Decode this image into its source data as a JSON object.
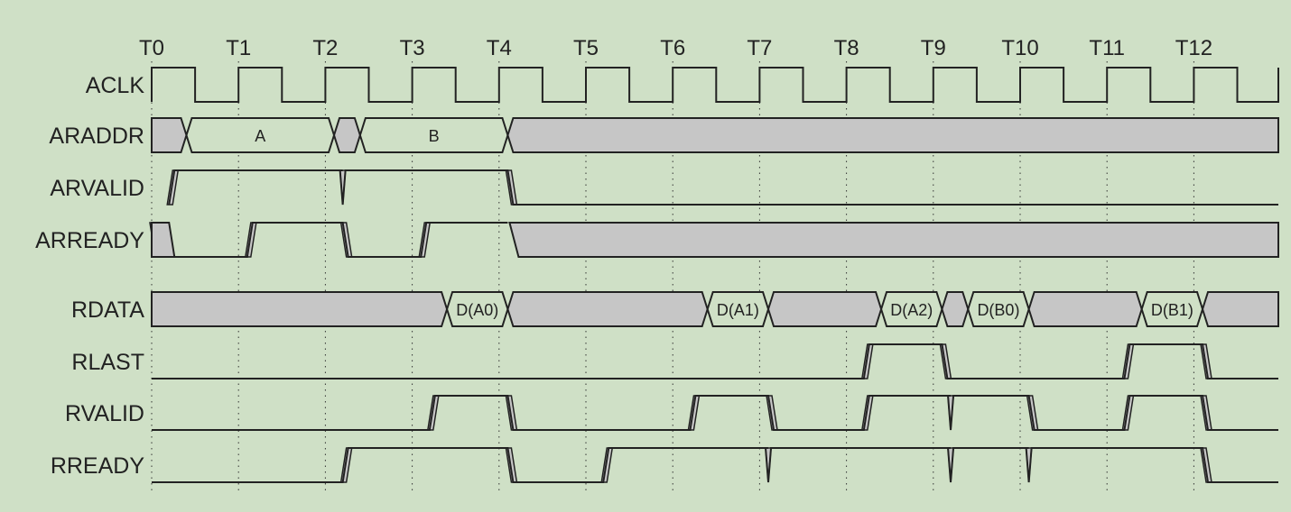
{
  "diagram": {
    "type": "timing-diagram",
    "clock_ticks": [
      "T0",
      "T1",
      "T2",
      "T3",
      "T4",
      "T5",
      "T6",
      "T7",
      "T8",
      "T9",
      "T10",
      "T11",
      "T12"
    ],
    "signals": [
      {
        "name": "ACLK",
        "kind": "clock"
      },
      {
        "name": "ARADDR",
        "kind": "bus",
        "segments": [
          {
            "from": 0,
            "to": 0.4,
            "value": null
          },
          {
            "from": 0.4,
            "to": 2.1,
            "value": "A"
          },
          {
            "from": 2.1,
            "to": 2.4,
            "value": null
          },
          {
            "from": 2.4,
            "to": 4.1,
            "value": "B"
          },
          {
            "from": 4.1,
            "to": 13.0,
            "value": null
          }
        ]
      },
      {
        "name": "ARVALID",
        "kind": "wire",
        "trace": [
          [
            "x",
            0.2
          ],
          [
            "r",
            0.2
          ],
          [
            "h",
            2.2
          ],
          [
            "g",
            2.2
          ],
          [
            "h",
            4.1
          ],
          [
            "f",
            4.1
          ],
          [
            "l",
            13.0
          ]
        ]
      },
      {
        "name": "ARREADY",
        "kind": "wire",
        "trace": [
          [
            "x",
            0.0
          ],
          [
            "f",
            0.0
          ],
          [
            "l",
            1.1
          ],
          [
            "r",
            1.1
          ],
          [
            "h",
            2.2
          ],
          [
            "f",
            2.2
          ],
          [
            "l",
            3.1
          ],
          [
            "r",
            3.1
          ],
          [
            "h",
            4.1
          ],
          [
            "x",
            4.1
          ],
          [
            "x",
            13.0
          ]
        ]
      },
      {
        "name": "RDATA",
        "kind": "bus",
        "segments": [
          {
            "from": 0,
            "to": 3.4,
            "value": null
          },
          {
            "from": 3.4,
            "to": 4.1,
            "value": "D(A0)"
          },
          {
            "from": 4.1,
            "to": 6.4,
            "value": null
          },
          {
            "from": 6.4,
            "to": 7.1,
            "value": "D(A1)"
          },
          {
            "from": 7.1,
            "to": 8.4,
            "value": null
          },
          {
            "from": 8.4,
            "to": 9.1,
            "value": "D(A2)"
          },
          {
            "from": 9.1,
            "to": 9.4,
            "value": null
          },
          {
            "from": 9.4,
            "to": 10.1,
            "value": "D(B0)"
          },
          {
            "from": 10.1,
            "to": 11.4,
            "value": null
          },
          {
            "from": 11.4,
            "to": 12.1,
            "value": "D(B1)"
          },
          {
            "from": 12.1,
            "to": 13.0,
            "value": null
          }
        ]
      },
      {
        "name": "RLAST",
        "kind": "wire",
        "trace": [
          [
            "l",
            8.2
          ],
          [
            "r",
            8.2
          ],
          [
            "h",
            9.1
          ],
          [
            "f",
            9.1
          ],
          [
            "l",
            11.2
          ],
          [
            "r",
            11.2
          ],
          [
            "h",
            12.1
          ],
          [
            "f",
            12.1
          ],
          [
            "l",
            13.0
          ]
        ]
      },
      {
        "name": "RVALID",
        "kind": "wire",
        "trace": [
          [
            "l",
            3.2
          ],
          [
            "r",
            3.2
          ],
          [
            "h",
            4.1
          ],
          [
            "f",
            4.1
          ],
          [
            "l",
            6.2
          ],
          [
            "r",
            6.2
          ],
          [
            "h",
            7.1
          ],
          [
            "f",
            7.1
          ],
          [
            "l",
            8.2
          ],
          [
            "r",
            8.2
          ],
          [
            "h",
            9.2
          ],
          [
            "g",
            9.2
          ],
          [
            "h",
            10.1
          ],
          [
            "f",
            10.1
          ],
          [
            "l",
            11.2
          ],
          [
            "r",
            11.2
          ],
          [
            "h",
            12.1
          ],
          [
            "f",
            12.1
          ],
          [
            "l",
            13.0
          ]
        ]
      },
      {
        "name": "RREADY",
        "kind": "wire",
        "trace": [
          [
            "l",
            2.2
          ],
          [
            "r",
            2.2
          ],
          [
            "h",
            4.1
          ],
          [
            "f",
            4.1
          ],
          [
            "l",
            5.2
          ],
          [
            "r",
            5.2
          ],
          [
            "h",
            7.1
          ],
          [
            "g",
            7.1
          ],
          [
            "h",
            9.2
          ],
          [
            "g",
            9.2
          ],
          [
            "h",
            10.1
          ],
          [
            "g",
            10.1
          ],
          [
            "h",
            12.1
          ],
          [
            "f",
            12.1
          ],
          [
            "l",
            13.0
          ]
        ]
      }
    ]
  }
}
